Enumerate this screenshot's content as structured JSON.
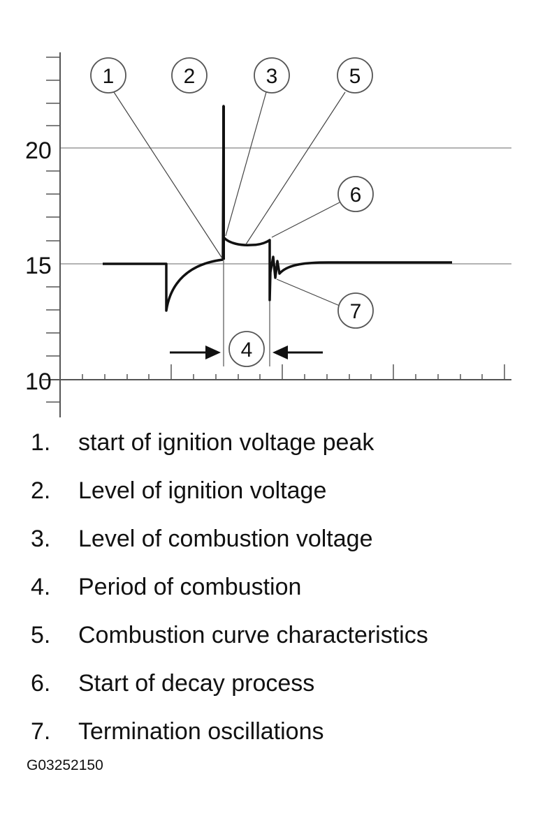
{
  "y_axis": {
    "ticks": [
      "20",
      "15",
      "10"
    ]
  },
  "callouts": [
    "1",
    "2",
    "3",
    "5",
    "6",
    "7",
    "4"
  ],
  "legend": [
    {
      "num": "1.",
      "text": "start of ignition voltage peak"
    },
    {
      "num": "2.",
      "text": "Level of ignition voltage"
    },
    {
      "num": "3.",
      "text": "Level of combustion voltage"
    },
    {
      "num": "4.",
      "text": "Period of combustion"
    },
    {
      "num": "5.",
      "text": "Combustion curve characteristics"
    },
    {
      "num": "6.",
      "text": "Start of decay process"
    },
    {
      "num": "7.",
      "text": "Termination oscillations"
    }
  ],
  "figure_id": "G03252150",
  "colors": {
    "line": "#111111",
    "grid": "#9a9a9a",
    "callout_fill": "#ffffff"
  }
}
